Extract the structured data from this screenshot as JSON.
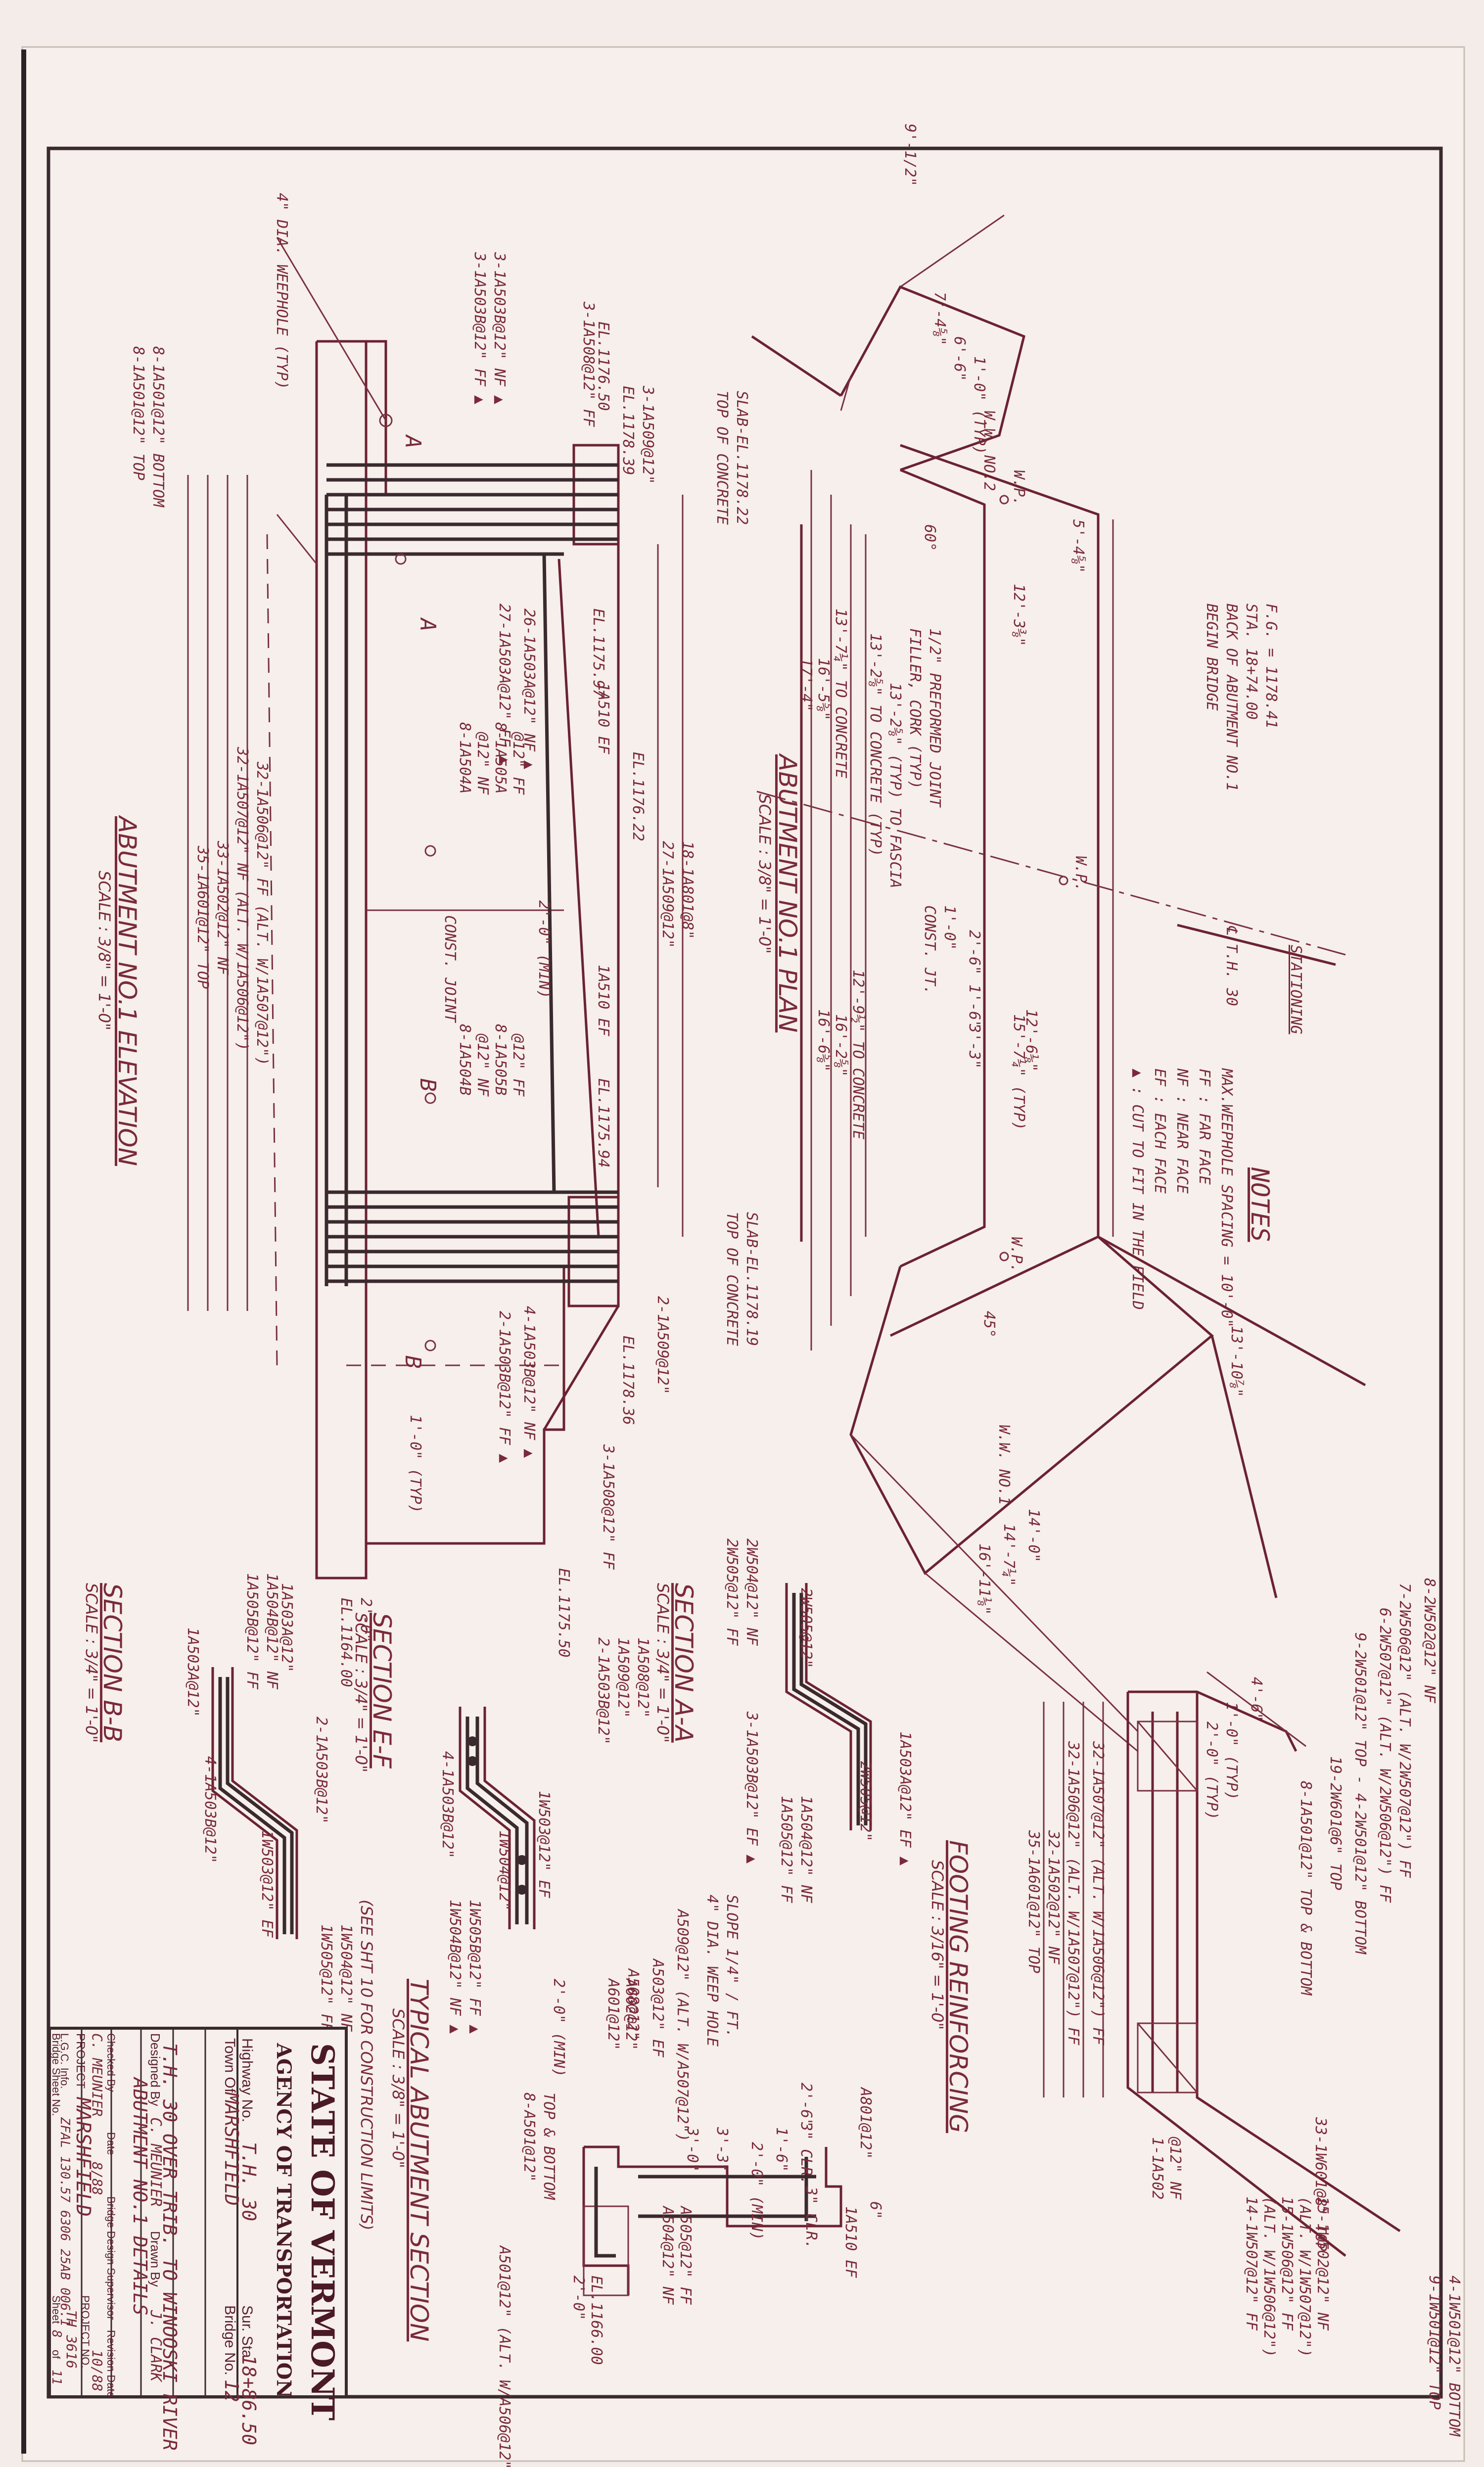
{
  "notes": {
    "title": "NOTES",
    "items": [
      "MAX.WEEPHOLE SPACING = 10'-0\"",
      "FF : FAR FACE",
      "NF : NEAR FACE",
      "EF : EACH FACE",
      "▲ : CUT TO FIT IN THE FIELD"
    ]
  },
  "plan": {
    "title": "ABUTMENT NO.1 PLAN",
    "scale": "SCALE : 3/8\" = 1'-0\"",
    "begin_bridge": [
      "BEGIN BRIDGE",
      "BACK OF ABUTMENT NO.1",
      "STA. 18+74.00",
      "F.G. = 1178.41"
    ],
    "centerline": "℄ T.H. 30",
    "stationing": "STATIONING",
    "wingwall_2": "W.W. NO.2",
    "wingwall_1": "W.W. NO.1",
    "wp": "W.P.",
    "const_jt": "CONST. JT.",
    "joint_filler": [
      "1/2\" PREFORMED JOINT",
      "FILLER, CORK (TYP)"
    ],
    "dims": [
      "9'-1/2\"",
      "7'-4⅝\"",
      "6'-6\"",
      "1'-0\" (TYP)",
      "5'-4⅝\"",
      "12'-3⅜\"",
      "13'-2⅝\" (TYP) TO FASCIA",
      "13'-2⅝\" TO CONCRETE (TYP)",
      "13'-7¼\" TO CONCRETE",
      "16'-5⅝\"",
      "17'-4\"",
      "1'-0\"",
      "2'-6\"",
      "1'-6\"",
      "3'-3\"",
      "12'-9½\" TO CONCRETE",
      "16'-2⅝\"",
      "16'-6⅝\"",
      "15'-7¼\" (TYP)",
      "12'-6⅛\"",
      "13'-10⅞\"",
      "14'-0\"",
      "14'-7¼\"",
      "16'-11⅛\"",
      "4'-6\"",
      "1'-0\" (TYP)",
      "2'-0\" (TYP)",
      "45°",
      "60°"
    ]
  },
  "elevation": {
    "title": "ABUTMENT NO.1 ELEVATION",
    "scale": "SCALE : 3/8\" = 1'-0\"",
    "labels": [
      "4\" DIA. WEEPHOLE (TYP)",
      "8-1A501@12\" TOP",
      "8-1A501@12\" BOTTOM",
      "3-1A503B@12\" FF ▲",
      "3-1A503B@12\" NF ▲",
      "3-1A508@12\" FF",
      "EL.1176.50",
      "EL.1178.39",
      "3-1A509@12\"",
      "TOP OF CONCRETE",
      "SLAB-EL.1178.22",
      "EL.1175.97",
      "26-1A503A@12\" NF ▲",
      "27-1A503A@12\" FF ▲",
      "1A510 EF",
      "EL.1176.22",
      "8-1A504A",
      "@12\" NF",
      "8-1A505A",
      "@12\" FF",
      "18-1A801@8\"",
      "27-1A509@12\"",
      "2'-0\" (MIN)",
      "CONST. JOINT",
      "1A510 EF",
      "8-1A504B",
      "@12\" NF",
      "8-1A505B",
      "@12\" FF",
      "EL.1175.94",
      "32-1A506@12\" FF (ALT. W/1A507@12\")",
      "32-1A507@12\" NF (ALT. W/1A506@12\")",
      "33-1A502@12\" NF",
      "35-1A601@12\" TOP",
      "A",
      "A",
      "B",
      "B",
      "TOP OF CONCRETE",
      "SLAB-EL.1178.19",
      "2-1A509@12\"",
      "EL.1178.36",
      "4-1A503B@12\" NF ▲",
      "2-1A503B@12\" FF ▲",
      "3-1A508@12\" FF",
      "1'-0\" (TYP)",
      "EL.1175.50",
      "2'-0\"",
      "EL.1164.00"
    ]
  },
  "section_aa": {
    "title": "SECTION A-A",
    "scale": "SCALE : 3/4\" = 1'-0\"",
    "labels": [
      "2W505@12\" FF",
      "2W504@12\" NF",
      "2W505@12\"",
      "2W505@12\"",
      "3-1A503B@12\" EF ▲",
      "1A503A@12\" EF ▲",
      "1A505@12\" FF",
      "1A504@12\" NF"
    ]
  },
  "section_bb": {
    "title": "SECTION B-B",
    "scale": "SCALE : 3/4\" = 1'-0\"",
    "labels": [
      "1A505B@12\" FF",
      "1A504B@12\" NF",
      "1A503A@12\"",
      "1A503A@12\"",
      "2-1A503B@12\"",
      "1W503@12\" EF",
      "1W505@12\" FF",
      "1W504@12\" NF",
      "4-1A503B@12\"",
      "2-1A503B@12\" ▲"
    ]
  },
  "section_ef": {
    "title": "SECTION E-F",
    "scale": "SCALE : 3/4\" = 1'-0\"",
    "labels": [
      "2-1A503B@12\"",
      "1A509@12\"",
      "1A508@12\"",
      "1W503@12\" EF",
      "4-1A503B@12\"",
      "1W504@12\"",
      "1W504B@12\" NF ▲",
      "1W505B@12\" FF ▲"
    ]
  },
  "footing": {
    "title": "FOOTING REINFORCING",
    "scale": "SCALE : 3/16\" = 1'-0\"",
    "labels": [
      "8-2W502@12\" NF",
      "7-2W506@12\" (ALT. W/2W507@12\") FF",
      "6-2W507@12\" (ALT. W/2W506@12\") FF",
      "9-2W501@12\" TOP - 4-2W501@12\" BOTTOM",
      "19-2W601@6\" TOP",
      "8-1A501@12\" TOP & BOTTOM",
      "32-1A507@12\" (ALT. W/1A506@12\") FF",
      "32-1A506@12\" (ALT. W/1A507@12\") FF",
      "32-1A502@12\" NF",
      "35-1A601@12\" TOP",
      "33-1W601@8\" TOP",
      "1-1A502",
      "@12\" NF",
      "14-1W507@12\" FF",
      "(ALT. W/1W506@12\")",
      "15-1W506@12\" FF",
      "(ALT. W/1W507@12\")",
      "15-1W502@12\" NF",
      "9-1W501@12\" TOP",
      "4-1W501@12\" BOTTOM"
    ]
  },
  "typical": {
    "title": "TYPICAL ABUTMENT SECTION",
    "scale": "SCALE : 3/8\" = 1'-0\"",
    "note": "(SEE SHT 10 FOR CONSTRUCTION LIMITS)",
    "labels": [
      "4\" DIA. WEEP HOLE",
      "SLOPE 1/4\" / FT.",
      "A509@12\" (ALT. W/A507@12\")",
      "A503@12\" EF",
      "A508@12\"",
      "A601@12\"",
      "A602@12\"",
      "2'-0\" (MIN)",
      "8-A501@12\"",
      "TOP & BOTTOM",
      "A501@12\" (ALT. W/A506@12\")",
      "A801@12\"",
      "1A510 EF",
      "6\"",
      "2'-6\"",
      "3\" CLR.",
      "1'-6\"",
      "2'-0\" (MIN)",
      "3\" CLR.",
      "3'-3\"",
      "3'-0\"",
      "A504@12\" NF",
      "A505@12\" FF",
      "2'-0\"",
      "EL.1166.00"
    ]
  },
  "title_block": {
    "state": "STATE OF VERMONT",
    "agency": "AGENCY OF TRANSPORTATION",
    "town_label": "Town Of",
    "town": "MARSHFIELD",
    "bridge_no_label": "Bridge No.",
    "bridge_no": "12",
    "highway_label": "Highway No.",
    "highway": "T.H. 30",
    "sur_sta_label": "Sur. Sta.",
    "sur_sta": "18+86.50",
    "description": "T.H. 30 OVER TRIB. TO WINOOSKI RIVER",
    "sheet_title": "ABUTMENT NO.1 DETAILS",
    "designed_label": "Designed By",
    "designed": "C. MEUNIER",
    "drawn_label": "Drawn By",
    "drawn": "J. CLARK",
    "checked_label": "Checked By",
    "checked": "C. MEUNIER",
    "date_label": "Date",
    "date": "8/88",
    "supervisor_label": "Bridge Design Supervisor",
    "revision_label": "Revision Date",
    "revision": "10/88",
    "project_label": "PROJECT",
    "project": "MARSHFIELD",
    "project_no_label": "PROJECT NO.",
    "project_no": "TH 3616",
    "lgc_label": "L.G.C. Info.",
    "lgc": "ZFAL 130.57 6306 25AB 006.1",
    "bridge_sheet_label": "Bridge Sheet No.",
    "sheet_label": "Sheet",
    "sheet": "8",
    "of_label": "of",
    "of": "11"
  }
}
